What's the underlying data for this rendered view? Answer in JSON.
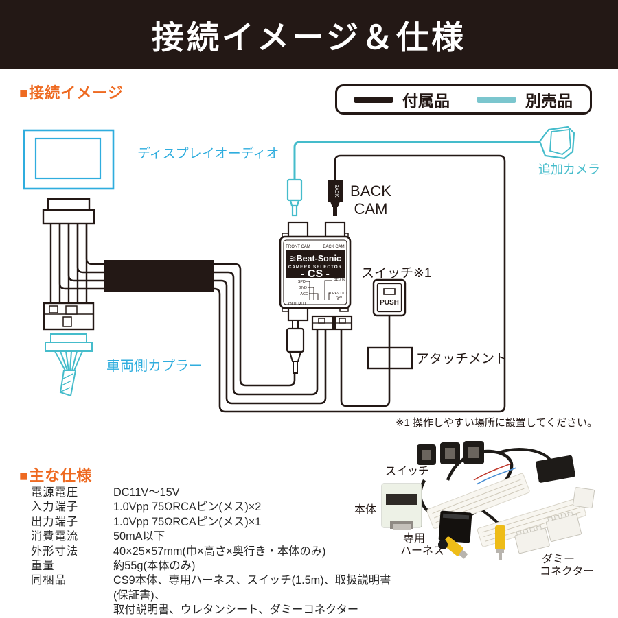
{
  "header": {
    "title": "接続イメージ＆仕様"
  },
  "headings": {
    "connection": "■接続イメージ",
    "specs": "■主な仕様"
  },
  "legend": {
    "included": "付属品",
    "optional": "別売品"
  },
  "diagram": {
    "display_audio": "ディスプレイオーディオ",
    "vehicle_coupler": "車両側カプラー",
    "back_cam_line1": "BACK",
    "back_cam_line2": "CAM",
    "back_plug": "BACK",
    "switch_label": "スイッチ※1",
    "push": "PUSH",
    "attachment": "アタッチメント",
    "extra_camera": "追加カメラ",
    "note": "※1 操作しやすい場所に設置してください。",
    "unit": {
      "brand": "≋Beat-Sonic",
      "selector": "CAMERA SELECTOR",
      "model": "- CS -",
      "front_cam": "FRONT CAM",
      "back_cam": "BACK CAM",
      "output": "OUT PUT",
      "spd": "SPD",
      "gnd": "GND",
      "acc": "ACC",
      "rev_in": "REV IN",
      "rev_out": "REV OUT",
      "sw": "SW"
    }
  },
  "specs": {
    "rows": [
      {
        "label": "電源電圧",
        "value": "DC11V～15V"
      },
      {
        "label": "入力端子",
        "value": "1.0Vpp 75ΩRCAピン(メス)×2"
      },
      {
        "label": "出力端子",
        "value": "1.0Vpp 75ΩRCAピン(メス)×1"
      },
      {
        "label": "消費電流",
        "value": "50mA以下"
      },
      {
        "label": "外形寸法",
        "value": "40×25×57mm(巾×高さ×奥行き・本体のみ)"
      },
      {
        "label": "重量",
        "value": "約55g(本体のみ)"
      },
      {
        "label": "同梱品",
        "value": "CS9本体、専用ハーネス、スイッチ(1.5m)、取扱説明書(保証書)、",
        "value2": "取付説明書、ウレタンシート、ダミーコネクター"
      }
    ]
  },
  "photo": {
    "switch": "スイッチ",
    "body": "本体",
    "harness_line1": "専用",
    "harness_line2": "ハーネス",
    "dummy_line1": "ダミー",
    "dummy_line2": "コネクター"
  },
  "colors": {
    "ink_black": "#231815",
    "accent_orange": "#ee6a21",
    "label_blue": "#2fadde",
    "optional_teal": "#45bccb",
    "legend_teal": "#7bc6ce",
    "rca_yellow": "#eebc17"
  }
}
